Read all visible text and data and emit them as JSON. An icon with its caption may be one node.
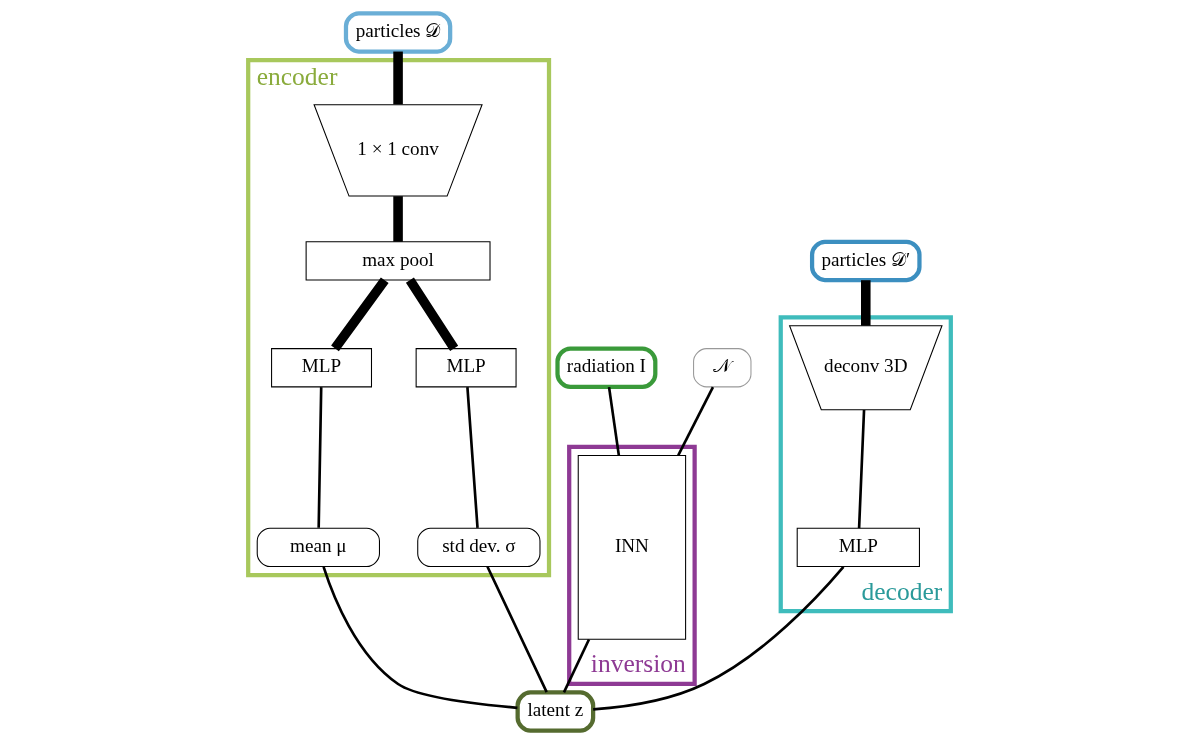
{
  "diagram": {
    "nodes": [
      {
        "text": [
          "particles 𝒟"
        ]
      },
      {
        "text": [
          "encoder"
        ]
      },
      {
        "text": [
          "1 × 1 conv"
        ],
        "in": 1
      },
      {
        "text": [
          "max pool"
        ],
        "in": 1
      },
      {
        "text": [
          "MLP"
        ],
        "in": 1
      },
      {
        "text": [
          "MLP"
        ],
        "in": 1
      },
      {
        "text": [
          "mean μ"
        ],
        "in": 1
      },
      {
        "text": [
          "std dev. σ"
        ],
        "in": 1
      },
      {
        "text": [
          "radiation I"
        ]
      },
      {
        "text": [
          "𝒩"
        ]
      },
      {
        "text": [
          "inversion"
        ]
      },
      {
        "text": [
          "INN"
        ],
        "in": 10
      },
      {
        "text": [
          "particles 𝒟′"
        ]
      },
      {
        "text": [
          "decoder"
        ]
      },
      {
        "text": [
          "deconv 3D"
        ],
        "in": 13
      },
      {
        "text": [
          "MLP"
        ],
        "in": 13
      },
      {
        "text": [
          "latent z"
        ]
      }
    ],
    "edges": [
      {
        "from": 0,
        "to": 2,
        "arrow": "none",
        "style": "thick"
      },
      {
        "from": 2,
        "to": 3,
        "arrow": "none",
        "style": "thick"
      },
      {
        "from": 3,
        "to": 4,
        "arrow": "none",
        "style": "thick"
      },
      {
        "from": 3,
        "to": 5,
        "arrow": "none",
        "style": "thick"
      },
      {
        "from": 4,
        "to": 6,
        "arrow": "none"
      },
      {
        "from": 5,
        "to": 7,
        "arrow": "none"
      },
      {
        "from": 6,
        "to": 16,
        "arrow": "none"
      },
      {
        "from": 7,
        "to": 16,
        "arrow": "none"
      },
      {
        "from": 8,
        "to": 11,
        "arrow": "none"
      },
      {
        "from": 9,
        "to": 11,
        "arrow": "none"
      },
      {
        "from": 11,
        "to": 16,
        "arrow": "none"
      },
      {
        "from": 12,
        "to": 14,
        "arrow": "none",
        "style": "thick"
      },
      {
        "from": 14,
        "to": 15,
        "arrow": "none"
      },
      {
        "from": 15,
        "to": 16,
        "arrow": "none"
      }
    ]
  }
}
